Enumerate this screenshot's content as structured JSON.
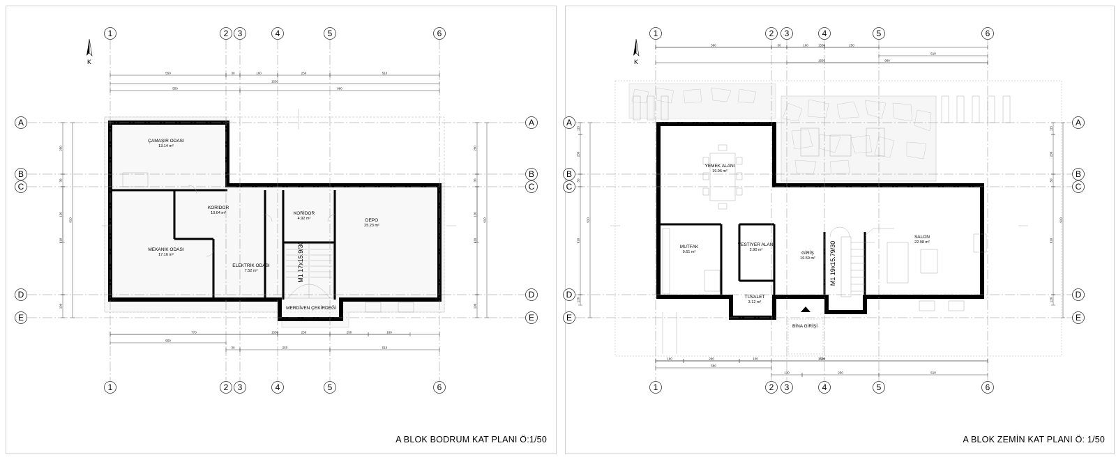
{
  "sheets": [
    {
      "title": "A BLOK BODRUM KAT PLANI Ö:1/50",
      "north_label": "K",
      "grid_columns": [
        "1",
        "2",
        "3",
        "4",
        "5",
        "6"
      ],
      "grid_rows": [
        "A",
        "B",
        "C",
        "D",
        "E"
      ],
      "rooms": [
        {
          "name": "ÇAMAŞIR ODASI",
          "area": "13.14 m²"
        },
        {
          "name": "KORİDOR",
          "area": "10.04 m²"
        },
        {
          "name": "KORİDOR",
          "area": "4.92 m²"
        },
        {
          "name": "DEPO",
          "area": "25.23 m²"
        },
        {
          "name": "MEKANİK ODASI",
          "area": "17.16 m²"
        },
        {
          "name": "ELEKTRİK ODASI",
          "area": "7.52 m²"
        },
        {
          "name": "MERDİVEN ÇEKİRDEĞİ",
          "area": ""
        }
      ],
      "stair_label": "M1 17x15.9/30",
      "dims_top": [
        "550",
        "30",
        "160",
        "250",
        "510",
        "1530",
        "550",
        "980"
      ],
      "dims_bottom": [
        "770",
        "250",
        "250",
        "160",
        "1530",
        "550",
        "30",
        "250",
        "510"
      ],
      "dims_side": [
        "250",
        "30",
        "610",
        "120",
        "190",
        "910"
      ]
    },
    {
      "title": "A BLOK ZEMİN KAT PLANI Ö: 1/50",
      "north_label": "K",
      "grid_columns": [
        "1",
        "2",
        "3",
        "4",
        "5",
        "6"
      ],
      "grid_rows": [
        "A",
        "B",
        "C",
        "D",
        "E"
      ],
      "rooms": [
        {
          "name": "YEMEK ALANI",
          "area": "19.96 m²"
        },
        {
          "name": "MUTFAK",
          "area": "9.61 m²"
        },
        {
          "name": "VESTİYER ALANI",
          "area": "2.90 m²"
        },
        {
          "name": "GİRİŞ",
          "area": "16.59 m²"
        },
        {
          "name": "SALON",
          "area": "22.98 m²"
        },
        {
          "name": "TUVALET",
          "area": "3.12 m²"
        },
        {
          "name": "BİNA GİRİŞİ",
          "area": ""
        }
      ],
      "stair_label": "M1 19x15.79/30",
      "dims_top": [
        "1530",
        "580",
        "30",
        "160",
        "250",
        "510",
        "1595",
        "980"
      ],
      "dims_bottom": [
        "160",
        "290",
        "100",
        "1595",
        "1530",
        "580",
        "130",
        "250",
        "510"
      ],
      "dims_side": [
        "115",
        "230",
        "50",
        "610",
        "120",
        "910"
      ]
    }
  ]
}
